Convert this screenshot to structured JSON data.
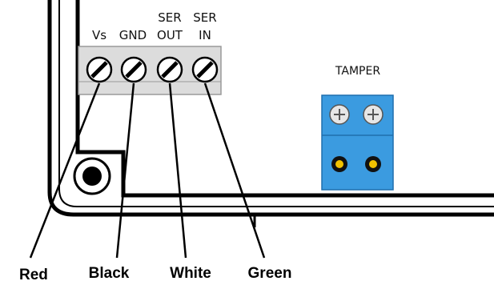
{
  "terminal_labels": {
    "vs": "Vs",
    "gnd": "GND",
    "ser_out_line1": "SER",
    "ser_out_line2": "OUT",
    "ser_in_line1": "SER",
    "ser_in_line2": "IN"
  },
  "tamper": {
    "label": "TAMPER",
    "color": "#3b9be0"
  },
  "wires": {
    "red": "Red",
    "black": "Black",
    "white": "White",
    "green": "Green"
  },
  "colors": {
    "terminal_block": "#dcdcdc",
    "tamper_block": "#3b9be0",
    "led_yellow": "#f2c200",
    "outline": "#000000"
  }
}
